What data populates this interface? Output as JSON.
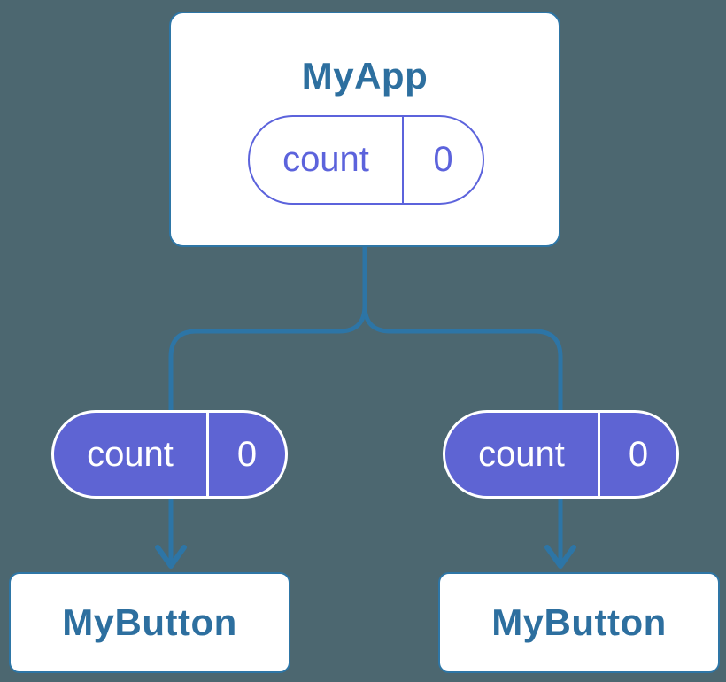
{
  "canvas": {
    "background_color": "#4c6770",
    "connector_color": "#2d75a6",
    "node_border_color": "#2e76a6",
    "node_text_color": "#2d6f9f",
    "node_background_color": "#ffffff",
    "pill_outline_color": "#5c63dc",
    "pill_fill_color": "#5e64d3",
    "pill_filled_text_color": "#ffffff"
  },
  "tree": {
    "root": {
      "label": "MyApp",
      "state": {
        "key": "count",
        "value": "0"
      }
    },
    "edges": [
      {
        "prop": {
          "key": "count",
          "value": "0"
        },
        "child": {
          "label": "MyButton"
        }
      },
      {
        "prop": {
          "key": "count",
          "value": "0"
        },
        "child": {
          "label": "MyButton"
        }
      }
    ]
  }
}
